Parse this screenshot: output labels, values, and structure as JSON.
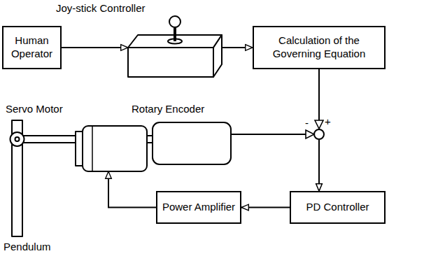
{
  "diagram": {
    "nodes": [
      {
        "text": [
          "Human Operator"
        ]
      },
      {
        "text": [
          "Joy-stick Controller"
        ]
      },
      {
        "text": [
          "Calculation of the Governing Equation"
        ]
      },
      {
        "text": [
          "Servo Motor"
        ]
      },
      {
        "text": [
          "Rotary Encoder"
        ]
      },
      {
        "text": [
          "Pendulum"
        ]
      },
      {
        "text": [
          "Power Amplifier"
        ]
      },
      {
        "text": [
          "PD Controller"
        ]
      }
    ],
    "edges": [
      {
        "from": 0,
        "to": 1,
        "arrow": "to"
      },
      {
        "from": 1,
        "to": 2,
        "arrow": "to"
      },
      {
        "from": 2,
        "to": 7,
        "arrow": "to"
      },
      {
        "from": 4,
        "to": 7,
        "arrow": "to"
      },
      {
        "from": 7,
        "to": 6,
        "arrow": "to"
      },
      {
        "from": 6,
        "to": 3,
        "arrow": "to"
      }
    ],
    "labels": [
      "-",
      "+"
    ]
  }
}
